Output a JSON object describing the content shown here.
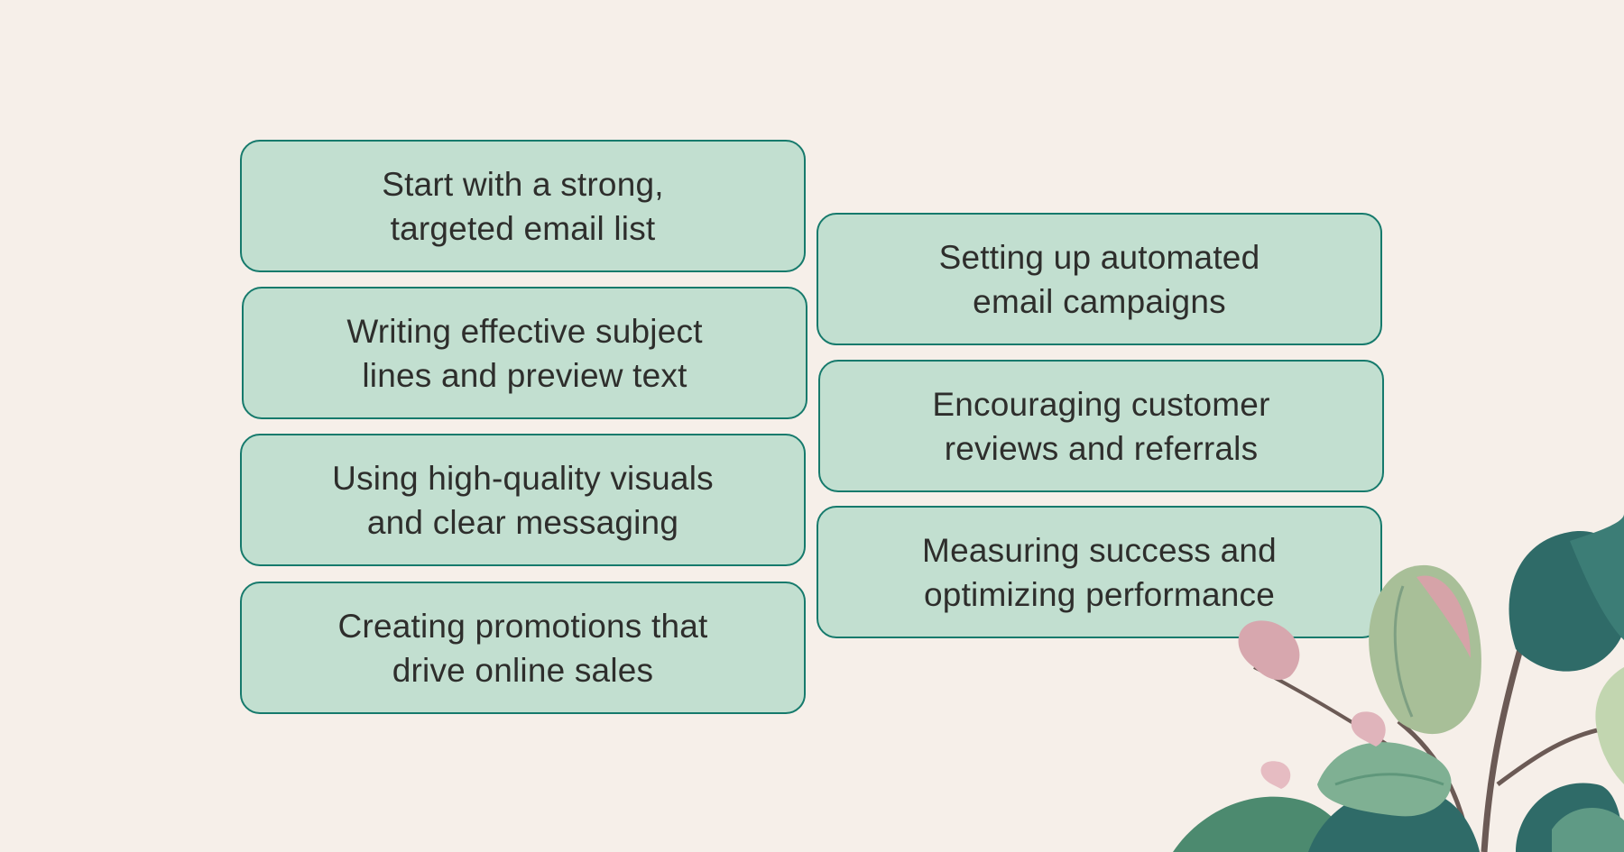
{
  "cards": [
    {
      "text": "Start with a strong,\ntargeted email list"
    },
    {
      "text": "Writing effective subject\nlines and preview text"
    },
    {
      "text": "Using high-quality visuals\nand clear messaging"
    },
    {
      "text": "Creating promotions that\ndrive online sales"
    },
    {
      "text": "Setting up automated\nemail campaigns"
    },
    {
      "text": "Encouraging customer\nreviews and referrals"
    },
    {
      "text": "Measuring success and\noptimizing performance"
    }
  ],
  "colors": {
    "background": "#f6efe9",
    "card_fill": "#c2dfd0",
    "card_border": "#167a6c",
    "text": "#2e2e2c"
  },
  "decoration": "leaf-plant-illustration"
}
